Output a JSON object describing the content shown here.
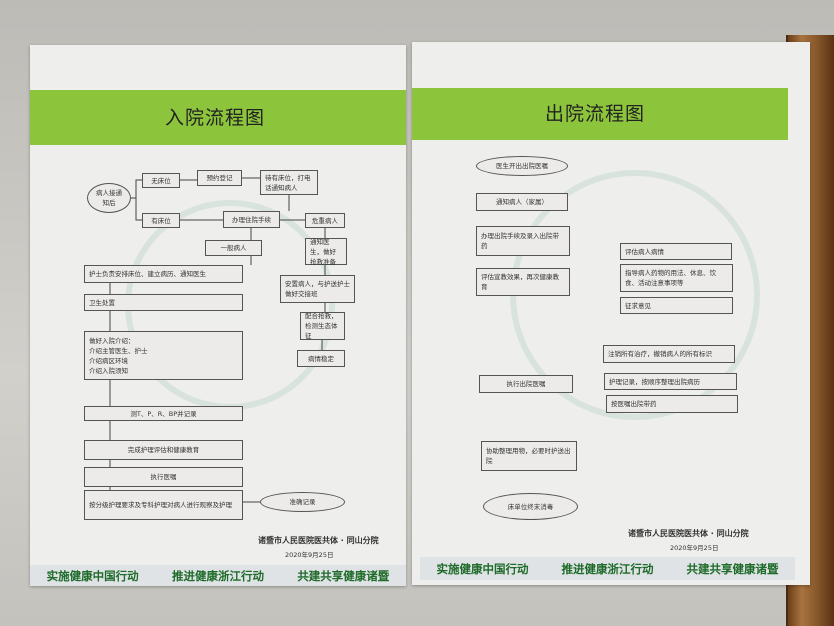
{
  "admission": {
    "title": "入院流程图",
    "nodes": {
      "start": "病人接通知后",
      "no_bed": "无床位",
      "reserve": "预约登记",
      "wait": "待有床位，打电话通知病人",
      "has_bed": "有床位",
      "procedure": "办理住院手续",
      "critical": "危重病人",
      "general": "一般病人",
      "notify_doctor": "通知医生，做好抢救准备",
      "nurse_arrange": "护士负责安排床位、建立病历、通知医生",
      "settle": "安置病人，与护送护士做好交接班",
      "hygiene": "卫生处置",
      "rescue": "配合抢救，检测生态体征",
      "stable": "病情稳定",
      "intro": [
        "做好入院介绍：",
        "介绍主管医生、护士",
        "介绍病区环境",
        "介绍入院须知"
      ],
      "vitals": "测T、P、R、BP并记录",
      "assess": "完成护理评估和健康教育",
      "orders": "执行医嘱",
      "care": "按分级护理要求及专科护理对病人进行观察及护理",
      "record": "准确记录"
    },
    "org": "诸暨市人民医院医共体 · 同山分院",
    "date": "2020年9月25日"
  },
  "discharge": {
    "title": "出院流程图",
    "nodes": {
      "start": "医生开出出院医嘱",
      "notify": "通知病人（家属）",
      "procedure": "办理出院手续及录入出院带药",
      "evaluate": "评估宣教效果，再次健康教育",
      "assess_condition": "评估病人病情",
      "guide": "指导病人药物的用法、休息、饮食、活动注意事项等",
      "feedback": "征求意见",
      "cancel": "注销所有治疗，撤销病人的所有标识",
      "execute": "执行出院医嘱",
      "nursing_record": "护理记录，按顺序整理出院病历",
      "meds": "按医嘱出院带药",
      "assist": "协助整理用物，必要时护送出院",
      "disinfect": "床单位终末消毒"
    },
    "org": "诸暨市人民医院医共体 · 同山分院",
    "date": "2020年9月25日"
  },
  "slogans": [
    "实施健康中国行动",
    "推进健康浙江行动",
    "共建共享健康诸暨"
  ]
}
